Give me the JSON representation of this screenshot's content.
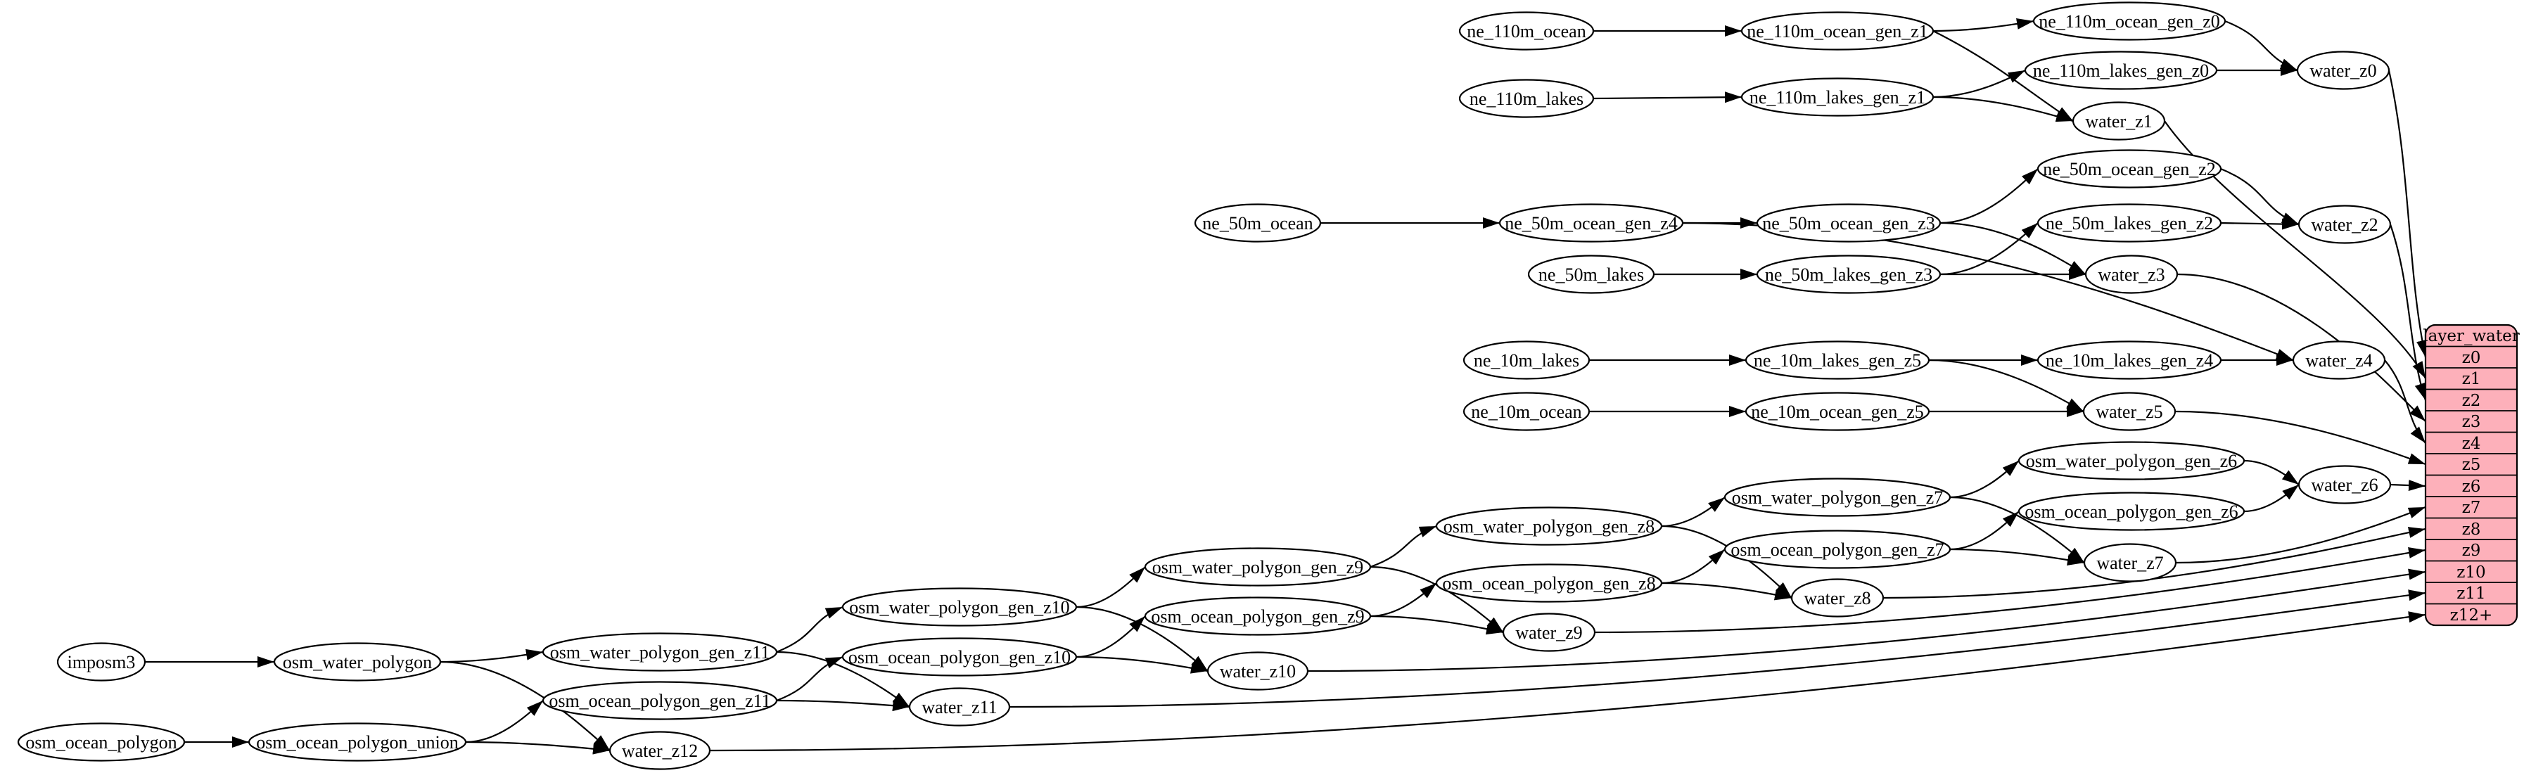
{
  "diagram": {
    "background": "#ffffff",
    "stroke_color": "#000000",
    "nodes": {
      "ne_110m_ocean": "ne_110m_ocean",
      "ne_110m_ocean_gen_z1": "ne_110m_ocean_gen_z1",
      "ne_110m_ocean_gen_z0": "ne_110m_ocean_gen_z0",
      "ne_110m_lakes": "ne_110m_lakes",
      "ne_110m_lakes_gen_z1": "ne_110m_lakes_gen_z1",
      "ne_110m_lakes_gen_z0": "ne_110m_lakes_gen_z0",
      "water_z0": "water_z0",
      "water_z1": "water_z1",
      "ne_50m_ocean": "ne_50m_ocean",
      "ne_50m_ocean_gen_z4": "ne_50m_ocean_gen_z4",
      "ne_50m_ocean_gen_z3": "ne_50m_ocean_gen_z3",
      "ne_50m_ocean_gen_z2": "ne_50m_ocean_gen_z2",
      "ne_50m_lakes": "ne_50m_lakes",
      "ne_50m_lakes_gen_z3": "ne_50m_lakes_gen_z3",
      "ne_50m_lakes_gen_z2": "ne_50m_lakes_gen_z2",
      "water_z2": "water_z2",
      "water_z3": "water_z3",
      "ne_10m_lakes": "ne_10m_lakes",
      "ne_10m_lakes_gen_z5": "ne_10m_lakes_gen_z5",
      "ne_10m_lakes_gen_z4": "ne_10m_lakes_gen_z4",
      "water_z4": "water_z4",
      "ne_10m_ocean": "ne_10m_ocean",
      "ne_10m_ocean_gen_z5": "ne_10m_ocean_gen_z5",
      "water_z5": "water_z5",
      "osm_water_polygon_gen_z6": "osm_water_polygon_gen_z6",
      "water_z6": "water_z6",
      "osm_water_polygon_gen_z7": "osm_water_polygon_gen_z7",
      "osm_ocean_polygon_gen_z6": "osm_ocean_polygon_gen_z6",
      "osm_ocean_polygon_gen_z7": "osm_ocean_polygon_gen_z7",
      "water_z7": "water_z7",
      "osm_water_polygon_gen_z8": "osm_water_polygon_gen_z8",
      "osm_ocean_polygon_gen_z8": "osm_ocean_polygon_gen_z8",
      "water_z8": "water_z8",
      "osm_water_polygon_gen_z9": "osm_water_polygon_gen_z9",
      "osm_ocean_polygon_gen_z9": "osm_ocean_polygon_gen_z9",
      "water_z9": "water_z9",
      "osm_water_polygon_gen_z10": "osm_water_polygon_gen_z10",
      "osm_ocean_polygon_gen_z10": "osm_ocean_polygon_gen_z10",
      "water_z10": "water_z10",
      "osm_water_polygon_gen_z11": "osm_water_polygon_gen_z11",
      "osm_ocean_polygon_gen_z11": "osm_ocean_polygon_gen_z11",
      "water_z11": "water_z11",
      "imposm3": "imposm3",
      "osm_water_polygon": "osm_water_polygon",
      "osm_ocean_polygon": "osm_ocean_polygon",
      "osm_ocean_polygon_union": "osm_ocean_polygon_union",
      "water_z12": "water_z12"
    },
    "table": {
      "title": "layer_water",
      "fill": "#fdb0ba",
      "rows": [
        "z0",
        "z1",
        "z2",
        "z3",
        "z4",
        "z5",
        "z6",
        "z7",
        "z8",
        "z9",
        "z10",
        "z11",
        "z12+"
      ]
    },
    "edges": [
      [
        "ne_110m_ocean",
        "ne_110m_ocean_gen_z1"
      ],
      [
        "ne_110m_ocean_gen_z1",
        "ne_110m_ocean_gen_z0"
      ],
      [
        "ne_110m_ocean_gen_z1",
        "water_z1"
      ],
      [
        "ne_110m_ocean_gen_z0",
        "water_z0"
      ],
      [
        "ne_110m_lakes",
        "ne_110m_lakes_gen_z1"
      ],
      [
        "ne_110m_lakes_gen_z1",
        "ne_110m_lakes_gen_z0"
      ],
      [
        "ne_110m_lakes_gen_z1",
        "water_z1"
      ],
      [
        "ne_110m_lakes_gen_z0",
        "water_z0"
      ],
      [
        "water_z0",
        "row-z0"
      ],
      [
        "water_z1",
        "row-z1"
      ],
      [
        "ne_50m_ocean",
        "ne_50m_ocean_gen_z4"
      ],
      [
        "ne_50m_ocean_gen_z4",
        "ne_50m_ocean_gen_z3"
      ],
      [
        "ne_50m_ocean_gen_z4",
        "water_z4"
      ],
      [
        "ne_50m_ocean_gen_z3",
        "ne_50m_ocean_gen_z2"
      ],
      [
        "ne_50m_ocean_gen_z3",
        "water_z3"
      ],
      [
        "ne_50m_ocean_gen_z2",
        "water_z2"
      ],
      [
        "ne_50m_lakes",
        "ne_50m_lakes_gen_z3"
      ],
      [
        "ne_50m_lakes_gen_z3",
        "ne_50m_lakes_gen_z2"
      ],
      [
        "ne_50m_lakes_gen_z3",
        "water_z3"
      ],
      [
        "ne_50m_lakes_gen_z2",
        "water_z2"
      ],
      [
        "water_z2",
        "row-z2"
      ],
      [
        "water_z3",
        "row-z3"
      ],
      [
        "ne_10m_lakes",
        "ne_10m_lakes_gen_z5"
      ],
      [
        "ne_10m_lakes_gen_z5",
        "ne_10m_lakes_gen_z4"
      ],
      [
        "ne_10m_lakes_gen_z5",
        "water_z5"
      ],
      [
        "ne_10m_lakes_gen_z4",
        "water_z4"
      ],
      [
        "water_z4",
        "row-z4"
      ],
      [
        "ne_10m_ocean",
        "ne_10m_ocean_gen_z5"
      ],
      [
        "ne_10m_ocean_gen_z5",
        "water_z5"
      ],
      [
        "water_z5",
        "row-z5"
      ],
      [
        "osm_water_polygon_gen_z6",
        "water_z6"
      ],
      [
        "osm_ocean_polygon_gen_z6",
        "water_z6"
      ],
      [
        "water_z6",
        "row-z6"
      ],
      [
        "osm_water_polygon_gen_z7",
        "osm_water_polygon_gen_z6"
      ],
      [
        "osm_water_polygon_gen_z7",
        "water_z7"
      ],
      [
        "osm_ocean_polygon_gen_z7",
        "osm_ocean_polygon_gen_z6"
      ],
      [
        "osm_ocean_polygon_gen_z7",
        "water_z7"
      ],
      [
        "water_z7",
        "row-z7"
      ],
      [
        "osm_water_polygon_gen_z8",
        "osm_water_polygon_gen_z7"
      ],
      [
        "osm_water_polygon_gen_z8",
        "water_z8"
      ],
      [
        "osm_ocean_polygon_gen_z8",
        "osm_ocean_polygon_gen_z7"
      ],
      [
        "osm_ocean_polygon_gen_z8",
        "water_z8"
      ],
      [
        "water_z8",
        "row-z8"
      ],
      [
        "osm_water_polygon_gen_z9",
        "osm_water_polygon_gen_z8"
      ],
      [
        "osm_water_polygon_gen_z9",
        "water_z9"
      ],
      [
        "osm_ocean_polygon_gen_z9",
        "osm_ocean_polygon_gen_z8"
      ],
      [
        "osm_ocean_polygon_gen_z9",
        "water_z9"
      ],
      [
        "water_z9",
        "row-z9"
      ],
      [
        "osm_water_polygon_gen_z10",
        "osm_water_polygon_gen_z9"
      ],
      [
        "osm_water_polygon_gen_z10",
        "water_z10"
      ],
      [
        "osm_ocean_polygon_gen_z10",
        "osm_ocean_polygon_gen_z9"
      ],
      [
        "osm_ocean_polygon_gen_z10",
        "water_z10"
      ],
      [
        "water_z10",
        "row-z10"
      ],
      [
        "osm_water_polygon_gen_z11",
        "osm_water_polygon_gen_z10"
      ],
      [
        "osm_water_polygon_gen_z11",
        "water_z11"
      ],
      [
        "osm_ocean_polygon_gen_z11",
        "osm_ocean_polygon_gen_z10"
      ],
      [
        "osm_ocean_polygon_gen_z11",
        "water_z11"
      ],
      [
        "water_z11",
        "row-z11"
      ],
      [
        "imposm3",
        "osm_water_polygon"
      ],
      [
        "osm_water_polygon",
        "osm_water_polygon_gen_z11"
      ],
      [
        "osm_water_polygon",
        "water_z12"
      ],
      [
        "osm_ocean_polygon",
        "osm_ocean_polygon_union"
      ],
      [
        "osm_ocean_polygon_union",
        "osm_ocean_polygon_gen_z11"
      ],
      [
        "osm_ocean_polygon_union",
        "water_z12"
      ],
      [
        "water_z12",
        "row-z12+"
      ]
    ]
  }
}
